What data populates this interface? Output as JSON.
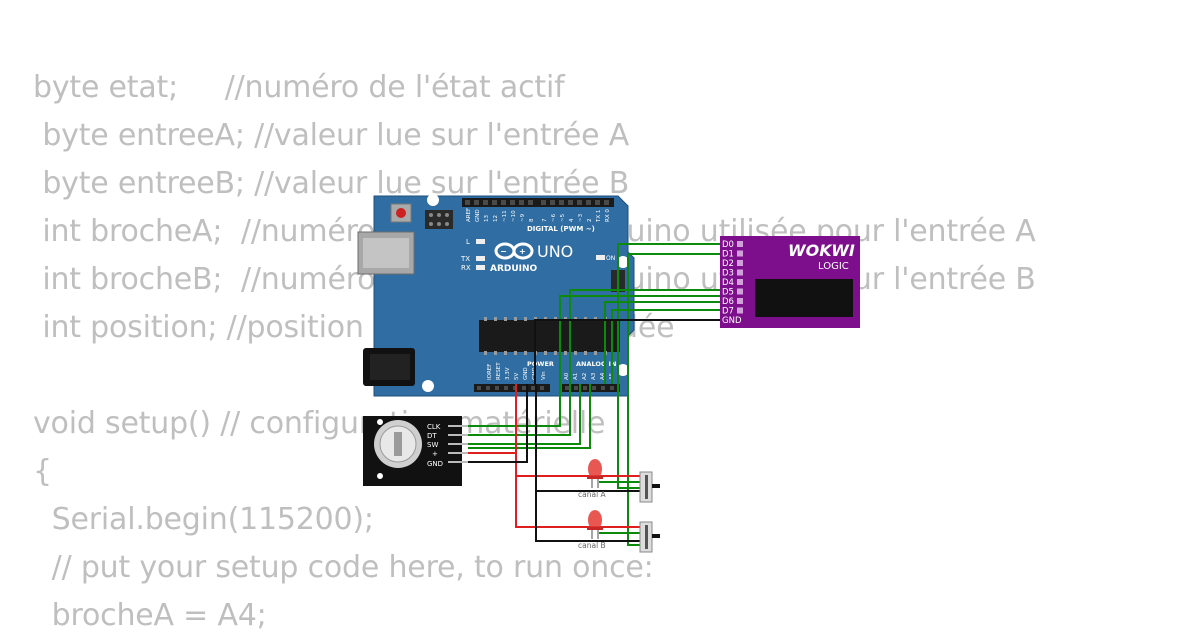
{
  "code_lines": [
    "byte etat;     //numéro de l'état actif",
    " byte entreeA; //valeur lue sur l'entrée A",
    " byte entreeB; //valeur lue sur l'entrée B",
    " int brocheA;  //numéro de la broche arduino utilisée pour l'entrée A",
    " int brocheB;  //numéro de la broche arduino utilisée pour l'entrée B",
    " int position; //position de l'encodeur codée",
    "",
    "void setup() // configuration matérielle",
    "{",
    "  Serial.begin(115200);",
    "  // put your setup code here, to run once:",
    "  brocheA = A4;"
  ],
  "arduino": {
    "brand": "ARDUINO",
    "model": "UNO",
    "digital_header": "DIGITAL (PWM ~)",
    "power_header": "POWER",
    "analog_header": "ANALOG IN",
    "on_label": "ON",
    "led_l": "L",
    "led_tx": "TX",
    "led_rx": "RX",
    "digital_pins": [
      "AREF",
      "GND",
      "13",
      "12",
      "~11",
      "~10",
      "~9",
      "8",
      "7",
      "~6",
      "~5",
      "4",
      "~3",
      "2",
      "TX 1",
      "RX 0"
    ],
    "power_pins": [
      "IOREF",
      "RESET",
      "3.3V",
      "5V",
      "GND",
      "GND",
      "Vin"
    ],
    "analog_pins": [
      "A0",
      "A1",
      "A2",
      "A3",
      "A4",
      "A5"
    ]
  },
  "logic_analyzer": {
    "brand": "WOKWI",
    "product": "LOGIC",
    "pins": [
      "D0",
      "D1",
      "D2",
      "D3",
      "D4",
      "D5",
      "D6",
      "D7",
      "GND"
    ]
  },
  "encoder": {
    "pins": [
      "CLK",
      "DT",
      "SW",
      "+",
      "GND"
    ]
  },
  "leds": [
    {
      "label": "canal A",
      "color": "#e53935"
    },
    {
      "label": "canal B",
      "color": "#e53935"
    }
  ],
  "colors": {
    "board": "#2f6da3",
    "board_dark": "#1d4f7c",
    "logic": "#7d0f8c",
    "wire_green": "#0b8a0b",
    "wire_red": "#e01e1e",
    "wire_black": "#111111",
    "code_text": "#bfbfbf"
  }
}
